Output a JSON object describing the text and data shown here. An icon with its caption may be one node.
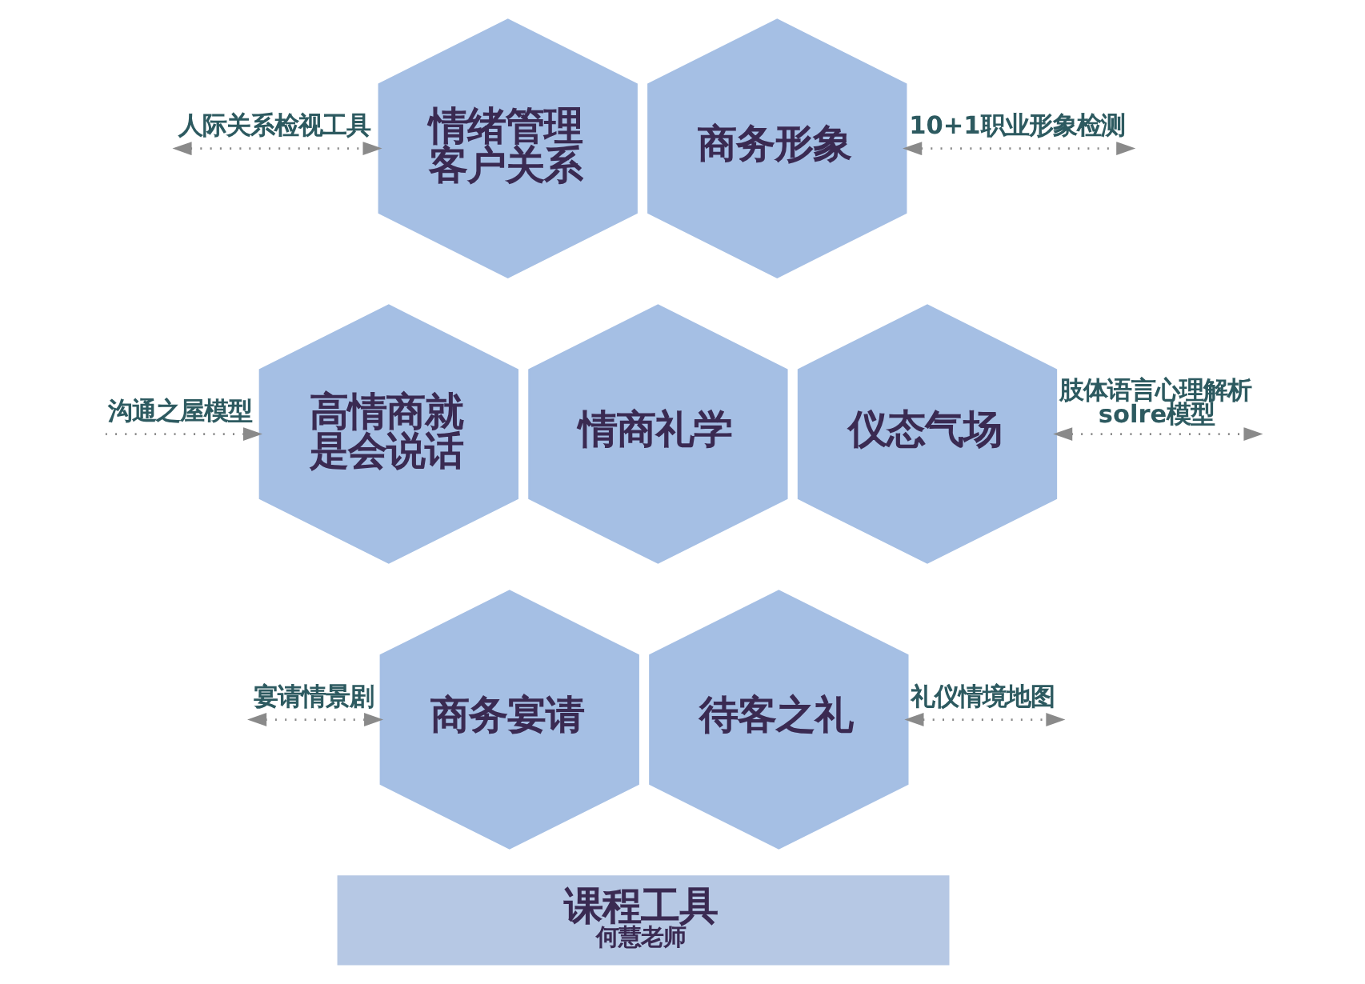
{
  "diagram": {
    "nodes": [
      {
        "text": [
          "情绪管理客户关系"
        ]
      },
      {
        "text": [
          "商务形象"
        ]
      },
      {
        "text": [
          "高情商就是会说话"
        ]
      },
      {
        "text": [
          "情商礼学"
        ]
      },
      {
        "text": [
          "仪态气场"
        ]
      },
      {
        "text": [
          "商务宴请"
        ]
      },
      {
        "text": [
          "待客之礼"
        ]
      },
      {
        "text": [
          "课程工具",
          "何慧老师"
        ]
      }
    ],
    "edges": [
      {
        "from": null,
        "to": 0,
        "arrow": "both",
        "label": "人际关系检视工具",
        "style": "dashed"
      },
      {
        "from": 1,
        "to": null,
        "arrow": "both",
        "label": "10+1职业形象检测",
        "style": "dashed"
      },
      {
        "from": null,
        "to": 2,
        "arrow": "to",
        "label": "沟通之屋模型",
        "style": "dashed"
      },
      {
        "from": 4,
        "to": null,
        "arrow": "both",
        "label": "肢体语言心理解析 solre模型",
        "style": "dashed"
      },
      {
        "from": null,
        "to": 5,
        "arrow": "both",
        "label": "宴请情景剧",
        "style": "dashed"
      },
      {
        "from": 6,
        "to": null,
        "arrow": "both",
        "label": "礼仪情境地图",
        "style": "dashed"
      }
    ]
  }
}
